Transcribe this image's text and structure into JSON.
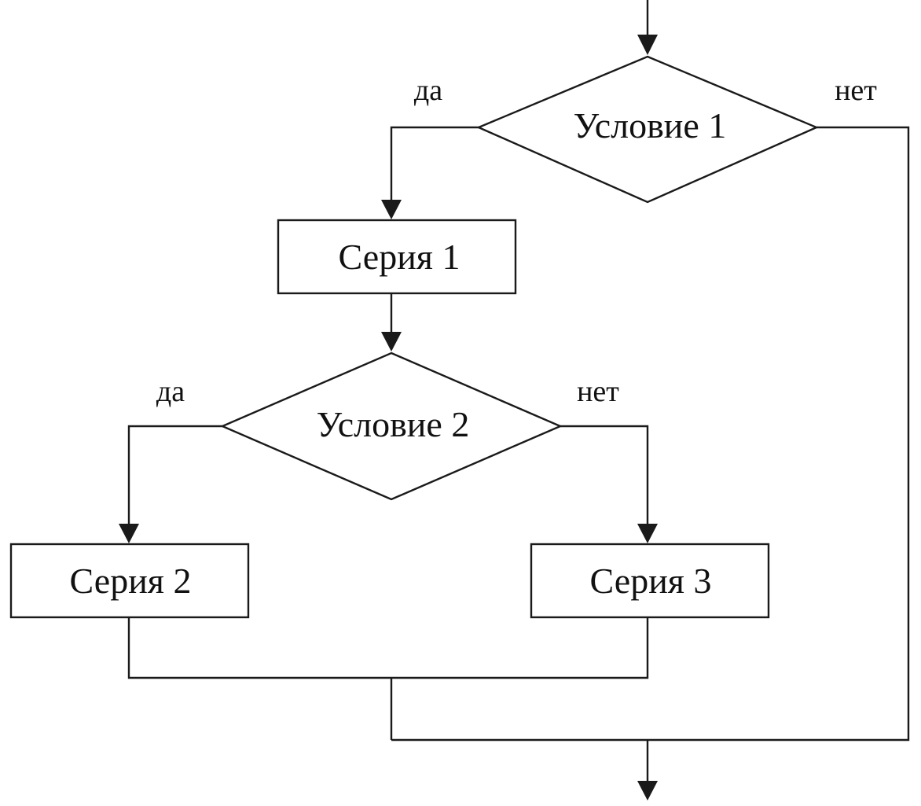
{
  "diagram": {
    "decisions": {
      "condition1": "Условие 1",
      "condition2": "Условие 2"
    },
    "processes": {
      "series1": "Серия 1",
      "series2": "Серия 2",
      "series3": "Серия 3"
    },
    "branches": {
      "c1_yes": "да",
      "c1_no": "нет",
      "c2_yes": "да",
      "c2_no": "нет"
    }
  }
}
